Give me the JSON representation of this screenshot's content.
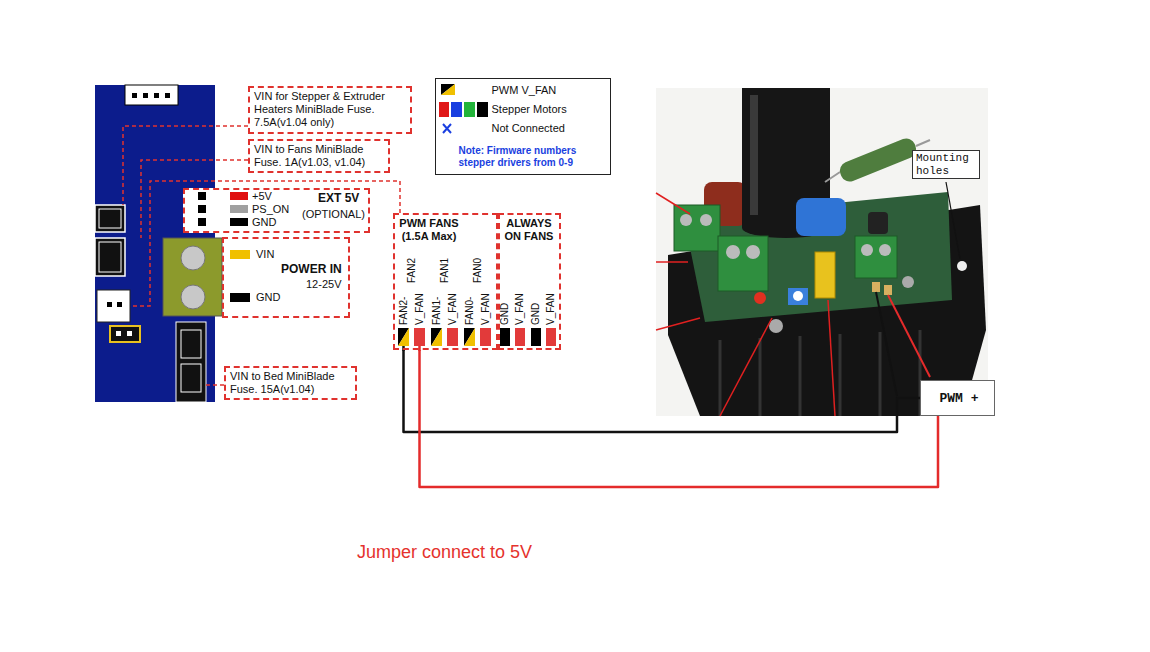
{
  "diagram": {
    "nodes": [
      {
        "text": [
          "VIN for Stepper & Extruder Heaters MiniBlade Fuse. 7.5A(v1.04 only)"
        ]
      },
      {
        "text": [
          "VIN to Fans MiniBlade Fuse. 1A(v1.03, v1.04)"
        ]
      },
      {
        "text": [
          "+5V",
          "PS_ON",
          "GND",
          "EXT 5V",
          "(OPTIONAL)"
        ]
      },
      {
        "text": [
          "VIN",
          "GND",
          "POWER IN",
          "12-25V"
        ]
      },
      {
        "text": [
          "VIN to Bed MiniBlade Fuse. 15A(v1.04)"
        ]
      },
      {
        "text": [
          "Note: Firmware numbers stepper drivers from 0-9"
        ]
      },
      {
        "text": [
          "PWM FANS (1.5A Max)",
          "FAN2",
          "FAN2-",
          "V_FAN",
          "FAN1",
          "FAN1-",
          "V_FAN",
          "FAN0",
          "FAN0-",
          "V_FAN"
        ]
      },
      {
        "text": [
          "ALWAYS ON FANS",
          "GND",
          "V_FAN",
          "GND",
          "V_FAN"
        ]
      },
      {
        "text": [
          "Mounting holes"
        ]
      },
      {
        "text": [
          "PWM +"
        ]
      }
    ],
    "edges": [
      {
        "from": 6,
        "to": 9,
        "arrow": "none"
      },
      {
        "from": 6,
        "to": 9,
        "arrow": "none"
      }
    ],
    "labels": [
      "Jumper connect to 5V"
    ],
    "legend": [
      {
        "text": "PWM V_FAN"
      },
      {
        "text": "Stepper Motors"
      },
      {
        "text": "Not Connected"
      }
    ]
  }
}
